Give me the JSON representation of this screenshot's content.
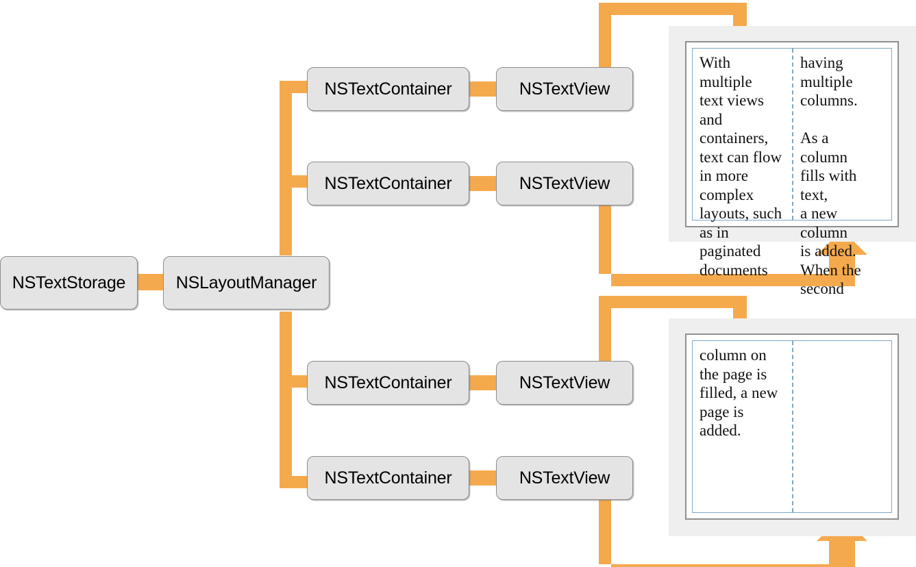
{
  "diagram": {
    "title": "Cocoa Text System object relationships",
    "accent_color": "#f5a94d",
    "node_fill": "#e4e4e4",
    "node_border": "#8c8c8c",
    "panel_fill": "#efefef",
    "page_border": "#8f8f8f",
    "text_frame_border": "#7fa8c4"
  },
  "nodes": {
    "storage": {
      "label": "NSTextStorage"
    },
    "layout_manager": {
      "label": "NSLayoutManager"
    },
    "containers": [
      {
        "label": "NSTextContainer"
      },
      {
        "label": "NSTextContainer"
      },
      {
        "label": "NSTextContainer"
      },
      {
        "label": "NSTextContainer"
      }
    ],
    "views": [
      {
        "label": "NSTextView"
      },
      {
        "label": "NSTextView"
      },
      {
        "label": "NSTextView"
      },
      {
        "label": "NSTextView"
      }
    ]
  },
  "pages": [
    {
      "name": "page-one",
      "columns": [
        "With multiple\ntext views\nand containers,\ntext can flow\nin more\ncomplex\nlayouts, such\nas in\npaginated\ndocuments",
        "having multiple\ncolumns.\n\nAs a\ncolumn\nfills with text,\na new column\nis added.\nWhen the\nsecond"
      ]
    },
    {
      "name": "page-two",
      "columns": [
        "column on\nthe page is\nfilled, a new\npage is added.",
        ""
      ]
    }
  ],
  "connectors": [
    {
      "name": "storage-to-layout-manager",
      "kind": "line"
    },
    {
      "name": "layout-manager-trunk-up",
      "kind": "line"
    },
    {
      "name": "layout-manager-trunk-down",
      "kind": "line"
    },
    {
      "name": "trunk-to-container-1",
      "kind": "line"
    },
    {
      "name": "trunk-to-container-2",
      "kind": "line"
    },
    {
      "name": "trunk-to-container-3",
      "kind": "line"
    },
    {
      "name": "trunk-to-container-4",
      "kind": "line"
    },
    {
      "name": "container-1-to-view-1",
      "kind": "line"
    },
    {
      "name": "container-2-to-view-2",
      "kind": "line"
    },
    {
      "name": "container-3-to-view-3",
      "kind": "line"
    },
    {
      "name": "container-4-to-view-4",
      "kind": "line"
    },
    {
      "name": "view-1-to-page-one-column-two",
      "kind": "arrow-down"
    },
    {
      "name": "view-2-to-page-one-column-one",
      "kind": "arrow-up"
    },
    {
      "name": "view-3-to-page-two-column-two",
      "kind": "arrow-down"
    },
    {
      "name": "view-4-to-page-two-column-one",
      "kind": "arrow-up"
    }
  ]
}
